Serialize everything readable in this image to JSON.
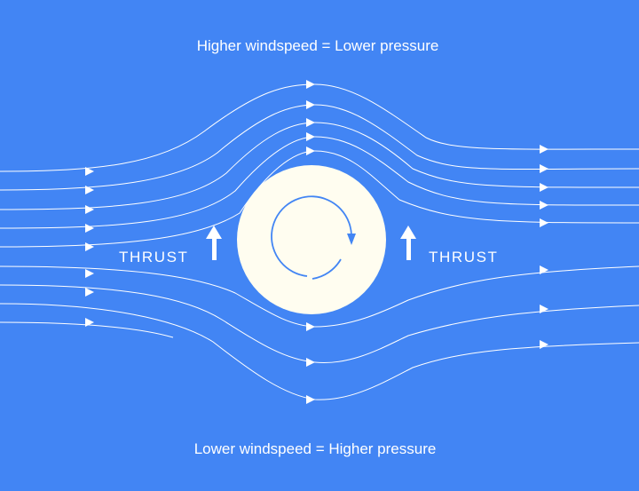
{
  "captions": {
    "top": "Higher windspeed = Lower pressure",
    "bottom": "Lower windspeed = Higher pressure"
  },
  "thrust": {
    "left_label": "THRUST",
    "right_label": "THRUST"
  },
  "colors": {
    "background": "#4285f4",
    "streamline": "#ffffff",
    "cylinder": "#fffdf0",
    "rotation_arrow": "#4285f4"
  },
  "icons": {
    "rotation": "clockwise-rotation-icon",
    "thrust": "up-arrow-icon"
  }
}
